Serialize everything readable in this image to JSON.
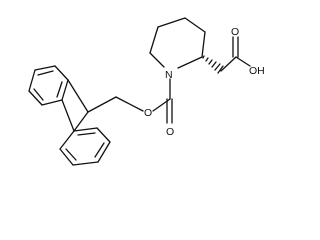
{
  "molecule": {
    "atoms": {
      "ring_nitrogen": "N",
      "carbamate_carbonyl_oxygen": "O",
      "carbamate_ester_oxygen": "O",
      "acid_carbonyl_oxygen": "O",
      "acid_hydroxyl": "OH"
    }
  },
  "colors": {
    "bond": "#111111",
    "background": "#ffffff"
  }
}
